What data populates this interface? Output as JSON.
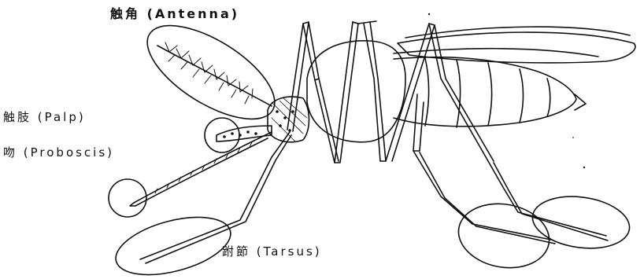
{
  "labels": {
    "antenna": "触角 (Antenna)",
    "palp": "触肢 (Palp)",
    "proboscis": "吻 (Proboscis)",
    "tarsus": "跗節 (Tarsus)"
  },
  "colors": {
    "ink": "#111111",
    "background": "#ffffff"
  }
}
